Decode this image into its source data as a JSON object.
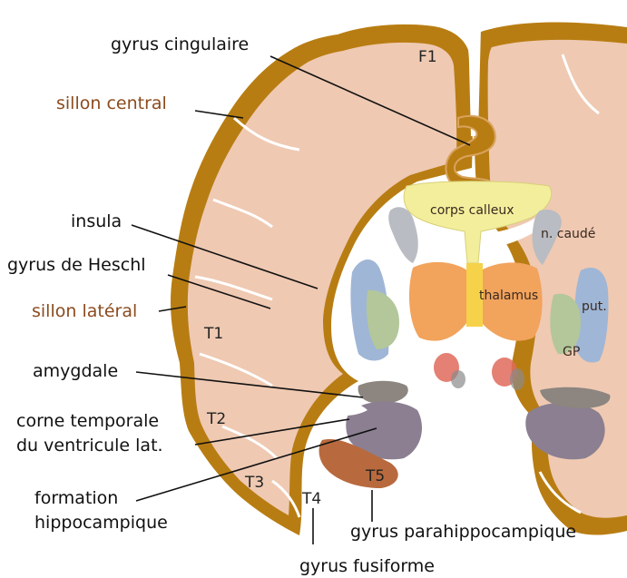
{
  "labels": {
    "gyrus_cingulaire": "gyrus cingulaire",
    "sillon_central": "sillon central",
    "insula": "insula",
    "gyrus_heschl": "gyrus de Heschl",
    "sillon_lateral": "sillon latéral",
    "amygdale": "amygdale",
    "corne_line1": "corne temporale",
    "corne_line2": "du ventricule lat.",
    "formation_line1": "formation",
    "formation_line2": "hippocampique",
    "gyrus_parahippocampique": "gyrus parahippocampique",
    "gyrus_fusiforme": "gyrus fusiforme"
  },
  "regions": {
    "f1": "F1",
    "t1": "T1",
    "t2": "T2",
    "t3": "T3",
    "t4": "T4",
    "t5": "T5",
    "corps_calleux": "corps calleux",
    "n_caude": "n. caudé",
    "thalamus": "thalamus",
    "put": "put.",
    "gp": "GP"
  },
  "colors": {
    "cortex": "#b87d12",
    "white_matter": "#efc9b2",
    "corpus_callosum": "#f3ee9c",
    "thalamus": "#f2a35c",
    "caudate": "#b9bcc2",
    "putamen": "#9fb6d6",
    "globus_pallidus": "#b3c79a",
    "hippocampus": "#8b7f91",
    "parahippocampal": "#b86a3e",
    "accent_label": "#8a4b1e"
  }
}
